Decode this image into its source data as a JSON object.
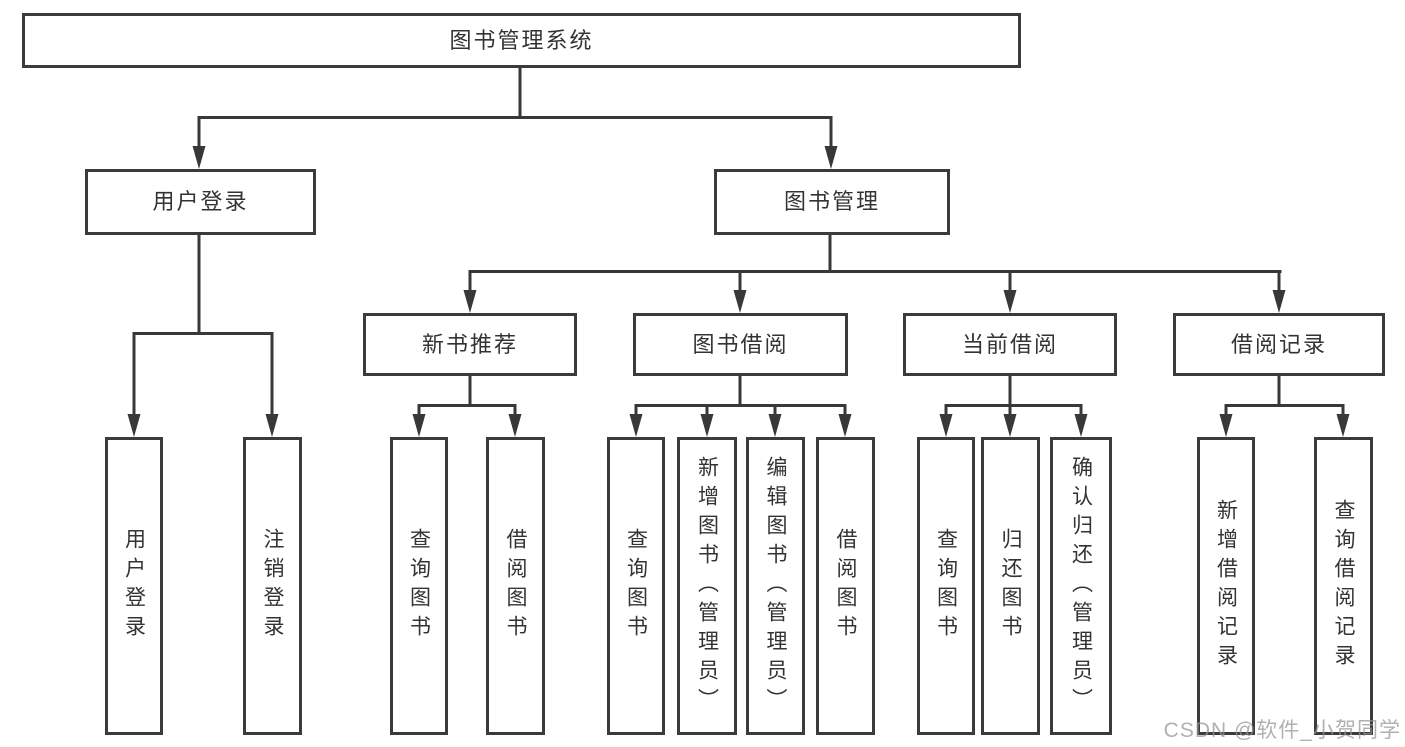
{
  "diagram": {
    "title": "图书管理系统",
    "colors": {
      "line": "#383838",
      "border": "#3b3b3b",
      "text": "#333333",
      "background": "#ffffff",
      "watermark": "#969696"
    },
    "tree": {
      "root": {
        "label": "图书管理系统"
      },
      "level2": [
        {
          "label": "用户登录"
        },
        {
          "label": "图书管理"
        }
      ],
      "level3": [
        {
          "label": "新书推荐"
        },
        {
          "label": "图书借阅"
        },
        {
          "label": "当前借阅"
        },
        {
          "label": "借阅记录"
        }
      ],
      "leaves": {
        "user_login": [
          {
            "label": "用户登录"
          },
          {
            "label": "注销登录"
          }
        ],
        "new_book": [
          {
            "label": "查询图书"
          },
          {
            "label": "借阅图书"
          }
        ],
        "borrow": [
          {
            "label": "查询图书"
          },
          {
            "label": "新增图书（管理员）"
          },
          {
            "label": "编辑图书（管理员）"
          },
          {
            "label": "借阅图书"
          }
        ],
        "current": [
          {
            "label": "查询图书"
          },
          {
            "label": "归还图书"
          },
          {
            "label": "确认归还（管理员）"
          }
        ],
        "record": [
          {
            "label": "新增借阅记录"
          },
          {
            "label": "查询借阅记录"
          }
        ]
      }
    },
    "watermark": "CSDN @软件_小贺同学"
  }
}
